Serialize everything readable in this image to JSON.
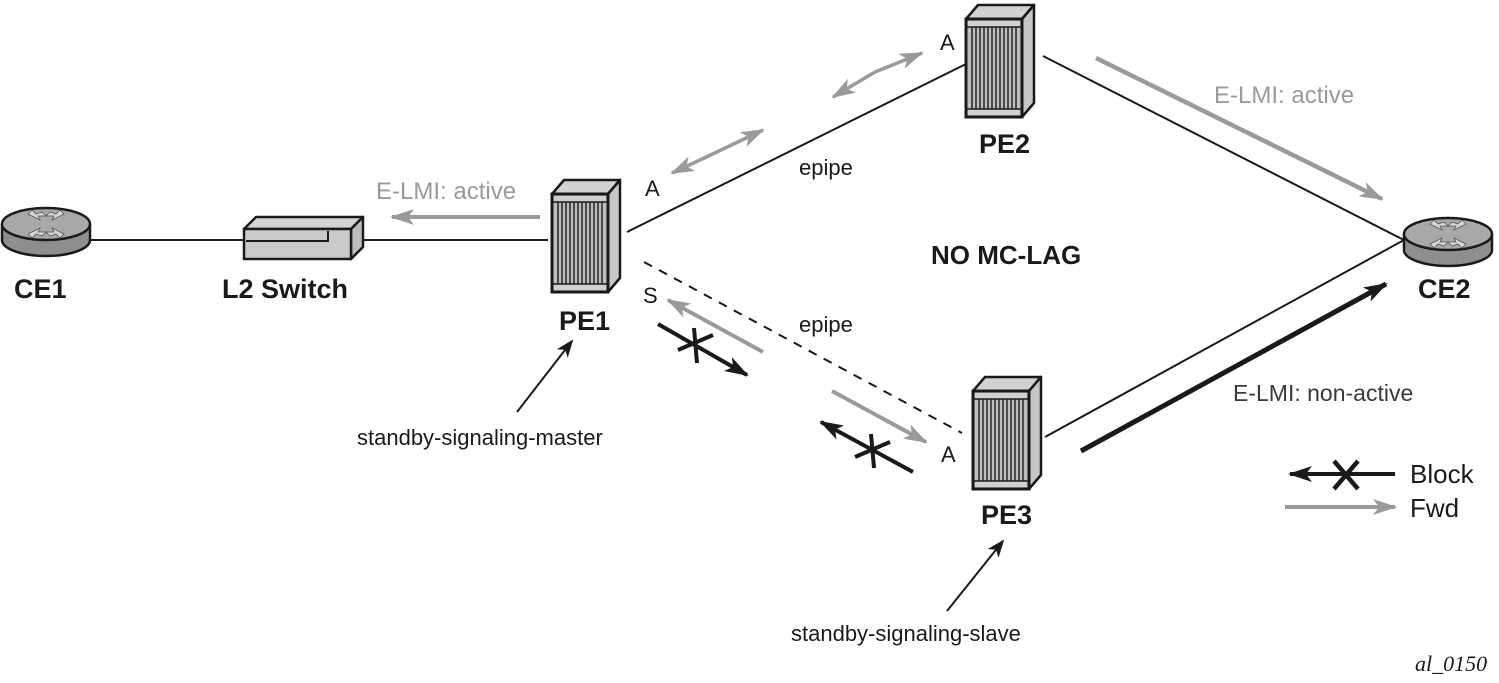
{
  "diagram": {
    "title": "NO MC-LAG",
    "figure_id": "al_0150",
    "nodes": {
      "ce1": {
        "label": "CE1",
        "icon": "router-icon"
      },
      "l2switch": {
        "label": "L2 Switch",
        "icon": "switch-icon"
      },
      "pe1": {
        "label": "PE1",
        "icon": "chassis-icon",
        "port_top": "A",
        "port_bottom": "S"
      },
      "pe2": {
        "label": "PE2",
        "icon": "chassis-icon",
        "port": "A"
      },
      "pe3": {
        "label": "PE3",
        "icon": "chassis-icon",
        "port": "A"
      },
      "ce2": {
        "label": "CE2",
        "icon": "router-icon"
      }
    },
    "links": {
      "pe1_pe2": "epipe",
      "pe1_pe3": "epipe"
    },
    "status": {
      "pe1_to_switch": "E-LMI: active",
      "pe2_to_ce2": "E-LMI: active",
      "pe3_to_ce2": "E-LMI: non-active"
    },
    "annotations": {
      "pe1_role": "standby-signaling-master",
      "pe3_role": "standby-signaling-slave"
    },
    "legend": {
      "block": "Block",
      "fwd": "Fwd"
    },
    "colors": {
      "fwd_arrow": "#9a9a9a",
      "block_arrow": "#1a1a1a",
      "status_text_active": "#9a9a9a",
      "status_text_nonactive": "#3a3a3a"
    }
  }
}
